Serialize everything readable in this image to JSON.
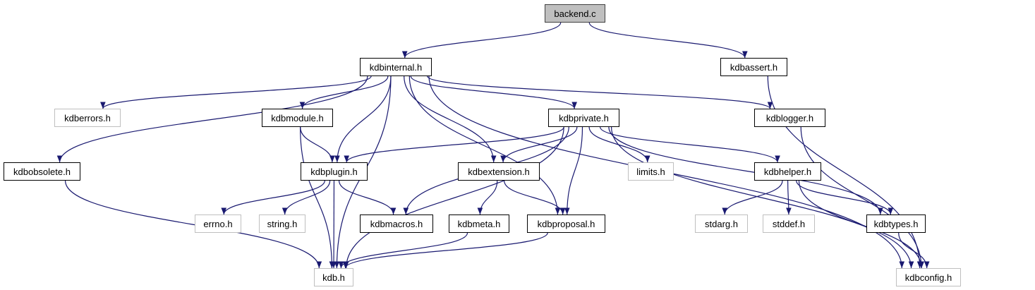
{
  "graph": {
    "edge_color": "#191970",
    "root_fill": "#bfbfbf",
    "nodes": [
      {
        "id": "backend.c",
        "label": "backend.c",
        "kind": "root"
      },
      {
        "id": "kdbinternal.h",
        "label": "kdbinternal.h",
        "kind": "project"
      },
      {
        "id": "kdbassert.h",
        "label": "kdbassert.h",
        "kind": "project"
      },
      {
        "id": "kdberrors.h",
        "label": "kdberrors.h",
        "kind": "external"
      },
      {
        "id": "kdbmodule.h",
        "label": "kdbmodule.h",
        "kind": "project"
      },
      {
        "id": "kdbprivate.h",
        "label": "kdbprivate.h",
        "kind": "project"
      },
      {
        "id": "kdblogger.h",
        "label": "kdblogger.h",
        "kind": "project"
      },
      {
        "id": "kdbobsolete.h",
        "label": "kdbobsolete.h",
        "kind": "project"
      },
      {
        "id": "kdbplugin.h",
        "label": "kdbplugin.h",
        "kind": "project"
      },
      {
        "id": "kdbextension.h",
        "label": "kdbextension.h",
        "kind": "project"
      },
      {
        "id": "limits.h",
        "label": "limits.h",
        "kind": "external"
      },
      {
        "id": "kdbhelper.h",
        "label": "kdbhelper.h",
        "kind": "project"
      },
      {
        "id": "errno.h",
        "label": "errno.h",
        "kind": "external"
      },
      {
        "id": "string.h",
        "label": "string.h",
        "kind": "external"
      },
      {
        "id": "kdbmacros.h",
        "label": "kdbmacros.h",
        "kind": "project"
      },
      {
        "id": "kdbmeta.h",
        "label": "kdbmeta.h",
        "kind": "project"
      },
      {
        "id": "kdbproposal.h",
        "label": "kdbproposal.h",
        "kind": "project"
      },
      {
        "id": "stdarg.h",
        "label": "stdarg.h",
        "kind": "external"
      },
      {
        "id": "stddef.h",
        "label": "stddef.h",
        "kind": "external"
      },
      {
        "id": "kdbtypes.h",
        "label": "kdbtypes.h",
        "kind": "project"
      },
      {
        "id": "kdb.h",
        "label": "kdb.h",
        "kind": "external"
      },
      {
        "id": "kdbconfig.h",
        "label": "kdbconfig.h",
        "kind": "external"
      }
    ],
    "edges": [
      [
        "backend.c",
        "kdbinternal.h"
      ],
      [
        "backend.c",
        "kdbassert.h"
      ],
      [
        "kdbinternal.h",
        "kdberrors.h"
      ],
      [
        "kdbinternal.h",
        "kdbmodule.h"
      ],
      [
        "kdbinternal.h",
        "kdbprivate.h"
      ],
      [
        "kdbinternal.h",
        "kdblogger.h"
      ],
      [
        "kdbinternal.h",
        "kdbobsolete.h"
      ],
      [
        "kdbinternal.h",
        "kdbplugin.h"
      ],
      [
        "kdbinternal.h",
        "kdbextension.h"
      ],
      [
        "kdbinternal.h",
        "kdbproposal.h"
      ],
      [
        "kdbinternal.h",
        "kdb.h"
      ],
      [
        "kdbinternal.h",
        "kdbconfig.h"
      ],
      [
        "kdbassert.h",
        "kdbconfig.h"
      ],
      [
        "kdbmodule.h",
        "kdbplugin.h"
      ],
      [
        "kdbmodule.h",
        "kdb.h"
      ],
      [
        "kdbprivate.h",
        "kdbplugin.h"
      ],
      [
        "kdbprivate.h",
        "kdbextension.h"
      ],
      [
        "kdbprivate.h",
        "limits.h"
      ],
      [
        "kdbprivate.h",
        "kdbhelper.h"
      ],
      [
        "kdbprivate.h",
        "kdbmacros.h"
      ],
      [
        "kdbprivate.h",
        "kdbproposal.h"
      ],
      [
        "kdbprivate.h",
        "kdb.h"
      ],
      [
        "kdbprivate.h",
        "kdbtypes.h"
      ],
      [
        "kdbprivate.h",
        "kdbconfig.h"
      ],
      [
        "kdblogger.h",
        "kdbconfig.h"
      ],
      [
        "kdbobsolete.h",
        "kdb.h"
      ],
      [
        "kdbplugin.h",
        "errno.h"
      ],
      [
        "kdbplugin.h",
        "string.h"
      ],
      [
        "kdbplugin.h",
        "kdbmacros.h"
      ],
      [
        "kdbplugin.h",
        "kdb.h"
      ],
      [
        "kdbextension.h",
        "kdbmeta.h"
      ],
      [
        "kdbextension.h",
        "kdbproposal.h"
      ],
      [
        "kdbhelper.h",
        "stdarg.h"
      ],
      [
        "kdbhelper.h",
        "stddef.h"
      ],
      [
        "kdbhelper.h",
        "kdbtypes.h"
      ],
      [
        "kdbhelper.h",
        "kdbconfig.h"
      ],
      [
        "kdbtypes.h",
        "kdbconfig.h"
      ],
      [
        "kdbmeta.h",
        "kdb.h"
      ],
      [
        "kdbproposal.h",
        "kdb.h"
      ]
    ]
  }
}
